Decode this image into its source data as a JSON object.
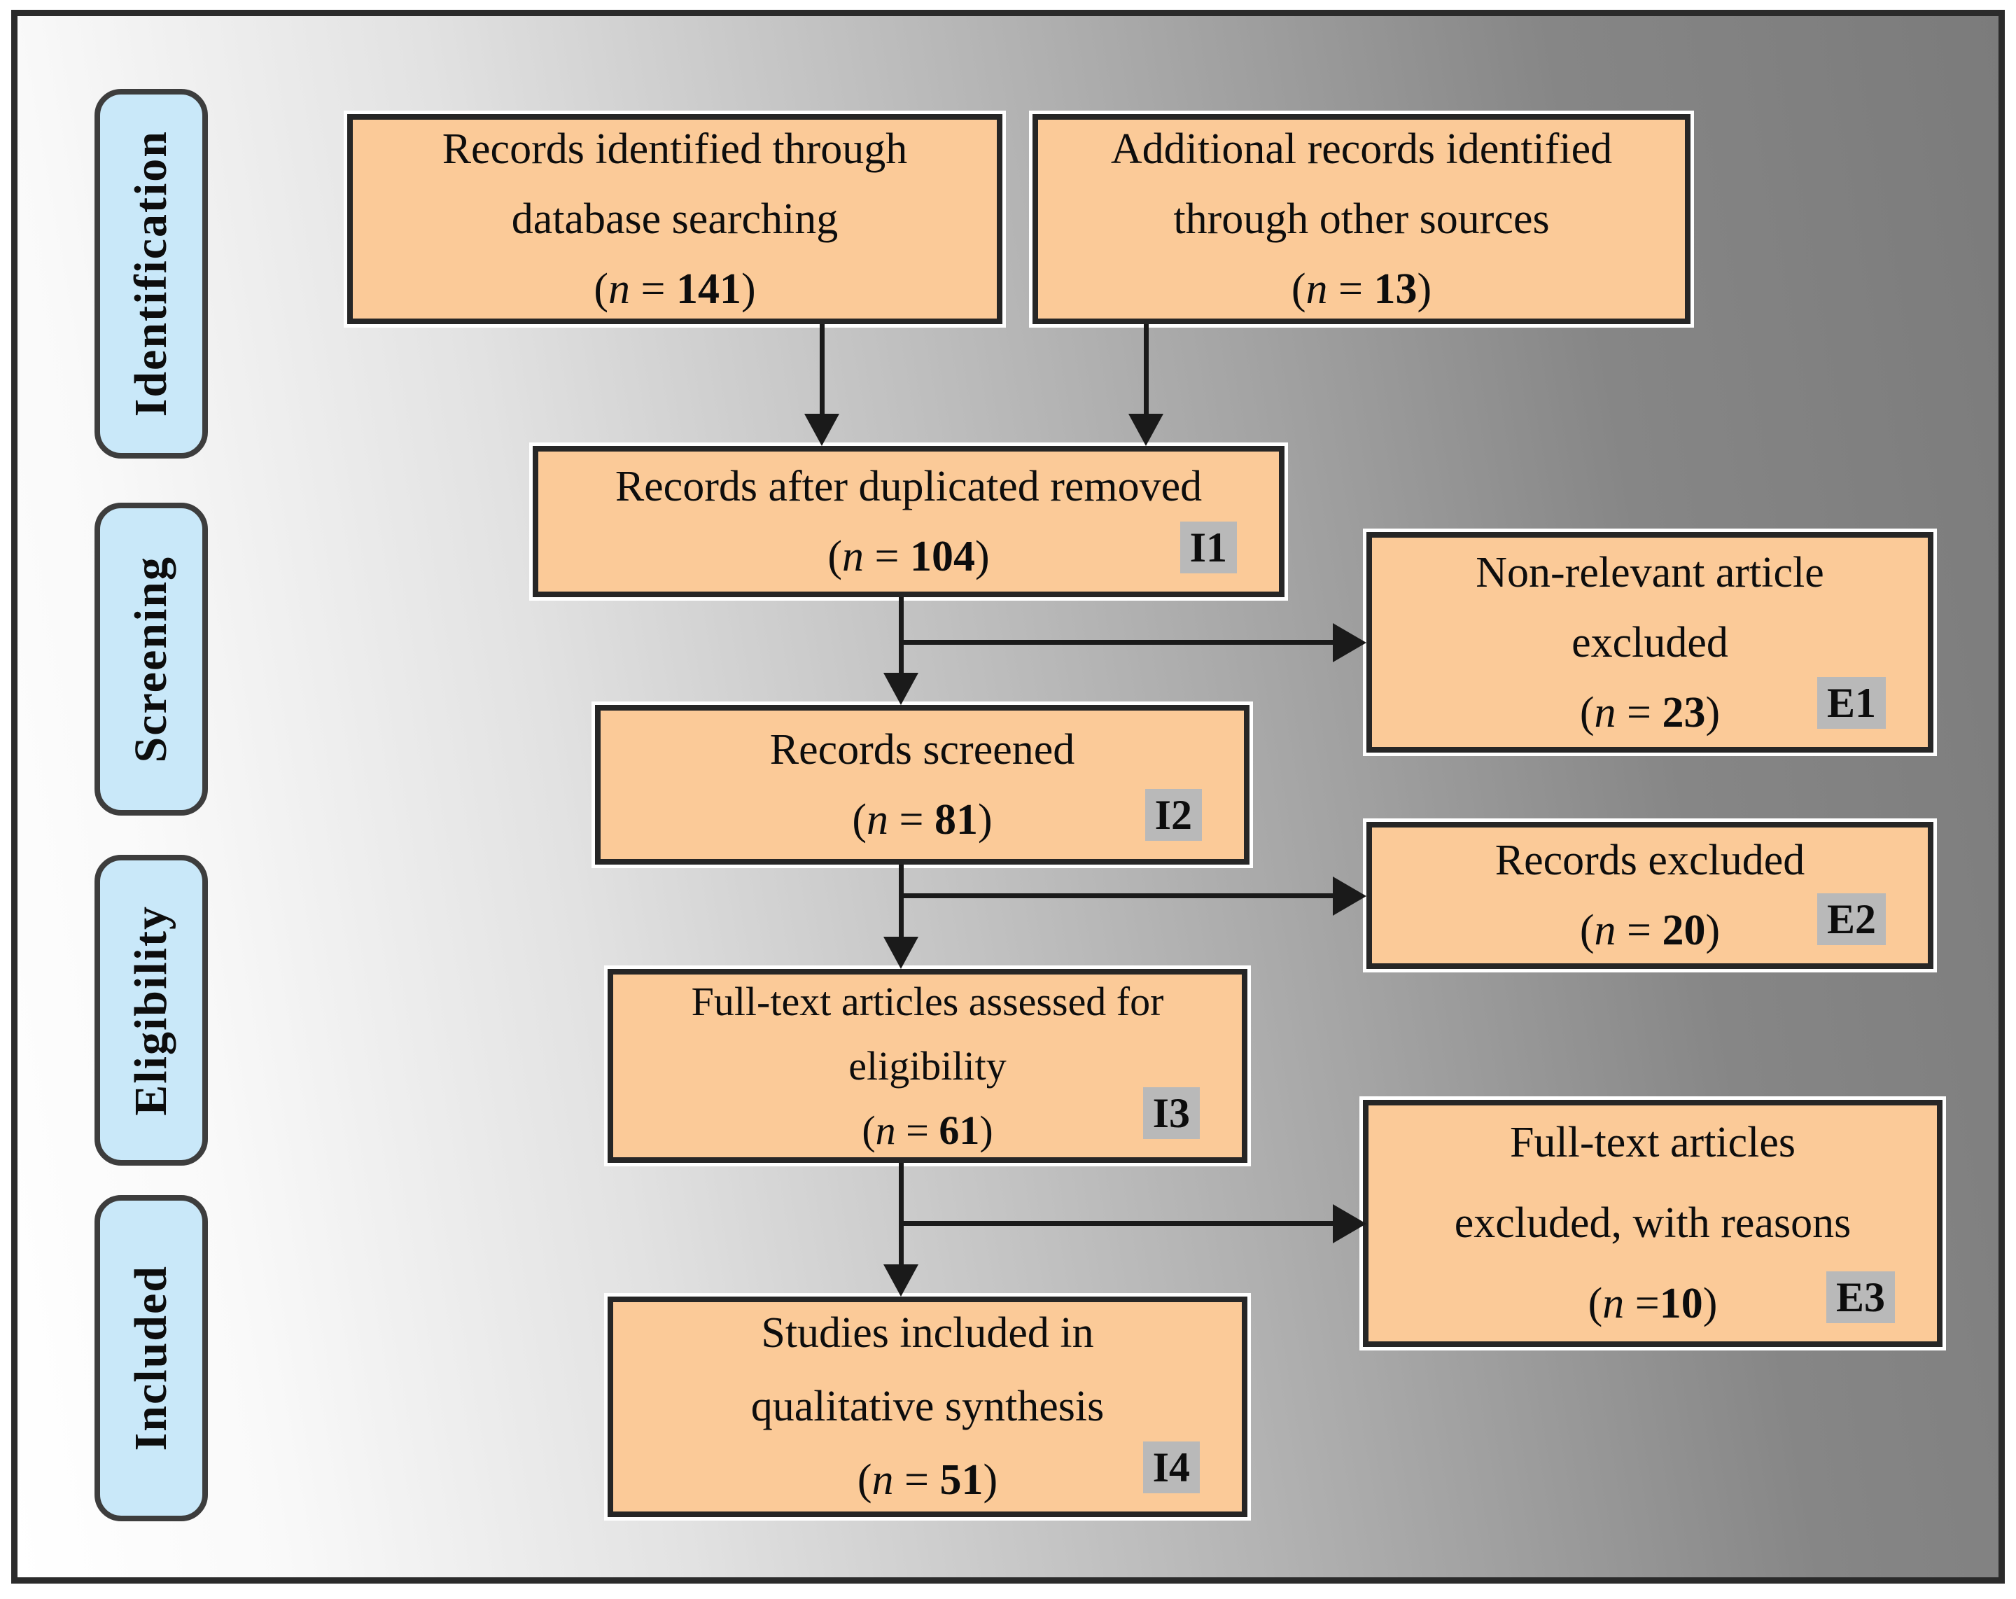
{
  "diagram_type": "PRISMA-style study selection flowchart",
  "stages": {
    "identification": "Identification",
    "screening": "Screening",
    "eligibility": "Eligibility",
    "included": "Included"
  },
  "tokens": {
    "open": "(",
    "n": "n",
    "eq": " = ",
    "eq_tight": " =",
    "close": ")"
  },
  "boxes": {
    "db_search": {
      "lines": [
        "Records identified through",
        "database searching"
      ],
      "n": "141"
    },
    "other_sources": {
      "lines": [
        "Additional records identified",
        "through other sources"
      ],
      "n": "13"
    },
    "after_dedup": {
      "lines": [
        "Records after duplicated removed"
      ],
      "n": "104",
      "tag": "I1"
    },
    "screened": {
      "lines": [
        "Records screened"
      ],
      "n": "81",
      "tag": "I2"
    },
    "fulltext_assessed": {
      "lines": [
        "Full-text articles assessed for",
        "eligibility"
      ],
      "n": "61",
      "tag": "I3"
    },
    "qualitative": {
      "lines": [
        "Studies included in",
        "qualitative synthesis"
      ],
      "n": "51",
      "tag": "I4"
    },
    "excluded_nonrelevant": {
      "lines": [
        "Non-relevant article",
        "excluded"
      ],
      "n": "23",
      "tag": "E1"
    },
    "excluded_records": {
      "lines": [
        "Records excluded"
      ],
      "n": "20",
      "tag": "E2"
    },
    "excluded_fulltext": {
      "lines": [
        "Full-text articles",
        "excluded, with reasons"
      ],
      "n": "10",
      "tag": "E3"
    }
  },
  "colors": {
    "box_fill": "#fbca98",
    "box_border": "#262626",
    "stage_fill": "#c9e8f9",
    "stage_border": "#3d3d3d",
    "tag_bg": "#b9b9b9",
    "arrow": "#1a1a1a",
    "bg_dark": "#7b7b7b"
  }
}
